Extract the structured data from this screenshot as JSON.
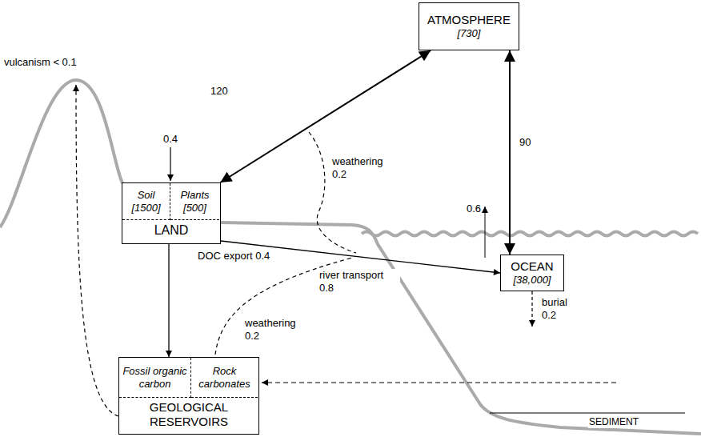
{
  "diagram": {
    "nodes": [
      {
        "text": [
          "ATMOSPHERE",
          "[730]"
        ]
      },
      {
        "text": [
          "LAND"
        ]
      },
      {
        "text": [
          "Soil",
          "[1500]"
        ],
        "in": 1
      },
      {
        "text": [
          "Plants",
          "[500]"
        ],
        "in": 1
      },
      {
        "text": [
          "OCEAN",
          "[38,000]"
        ]
      },
      {
        "text": [
          "GEOLOGICAL RESERVOIRS"
        ]
      },
      {
        "text": [
          "Fossil organic carbon"
        ],
        "in": 5
      },
      {
        "text": [
          "Rock carbonates"
        ],
        "in": 5
      }
    ],
    "edges": [
      {
        "from": 1,
        "to": 0,
        "arrow": "both",
        "label": "120"
      },
      {
        "from": 0,
        "to": 4,
        "arrow": "both",
        "label": "90"
      },
      {
        "from": 1,
        "to": 5,
        "arrow": "to"
      },
      {
        "from": 1,
        "to": 4,
        "arrow": "to",
        "label": "DOC export 0.4"
      }
    ],
    "labels": [
      "vulcanism < 0.1",
      "0.4",
      "weathering 0.2",
      "0.6",
      "river transport 0.8",
      "weathering 0.2",
      "burial 0.2",
      "SEDIMENT"
    ]
  }
}
